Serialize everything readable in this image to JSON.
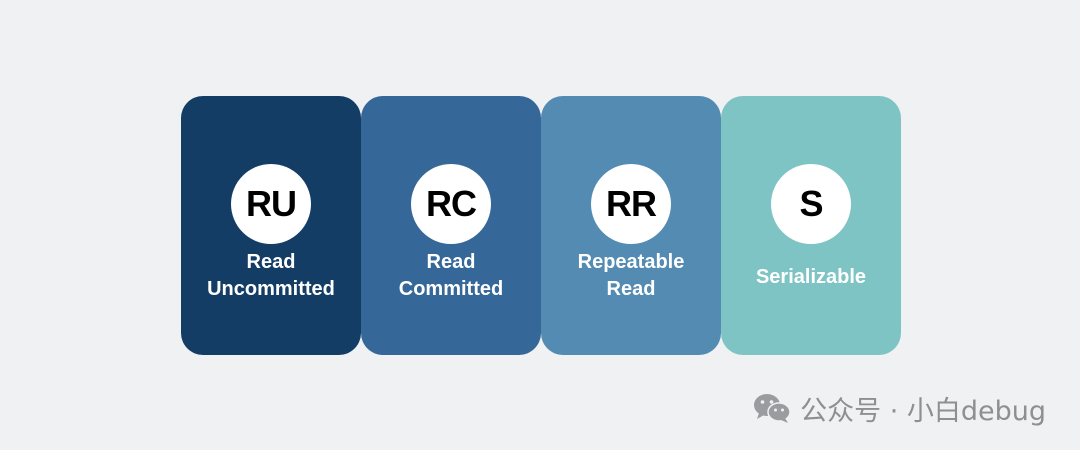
{
  "levels": [
    {
      "abbr": "RU",
      "line1": "Read",
      "line2": "Uncommitted",
      "color": "#143d66"
    },
    {
      "abbr": "RC",
      "line1": "Read",
      "line2": "Committed",
      "color": "#356898"
    },
    {
      "abbr": "RR",
      "line1": "Repeatable",
      "line2": "Read",
      "color": "#538bb2"
    },
    {
      "abbr": "S",
      "line1": "Serializable",
      "line2": "",
      "color": "#7fc4c4"
    }
  ],
  "watermark": {
    "text": "公众号 · 小白debug",
    "icon": "wechat-icon"
  }
}
